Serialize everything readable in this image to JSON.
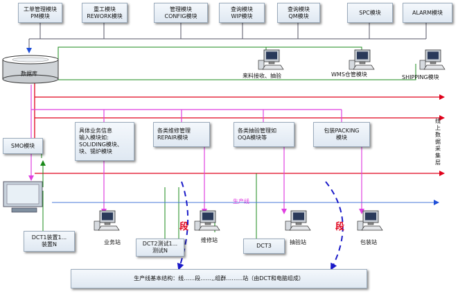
{
  "top_modules": [
    {
      "line1": "工单管理模块",
      "line2": "PM模块"
    },
    {
      "line1": "重工模块",
      "line2": "REWORK模块"
    },
    {
      "line1": "管理模块",
      "line2": "CONFIG模块"
    },
    {
      "line1": "查询模块",
      "line2": "WIP模块"
    },
    {
      "line1": "查询模块",
      "line2": "QM模块"
    },
    {
      "line1": "SPC模块",
      "line2": ""
    },
    {
      "line1": "ALARM模块",
      "line2": ""
    }
  ],
  "database_label": "数据库",
  "computers": {
    "material": "来料接收、抽验",
    "wms": "WMS仓管模块",
    "shipping": "SHIPPING模块",
    "business": "业务站",
    "repair": "维修站",
    "inspect": "抽验站",
    "packing": "包装站"
  },
  "smo_label": "SMO模块",
  "mid_modules": [
    {
      "lines": [
        "具体业务信息",
        "输入模块如:",
        "SOLIDING模块、",
        "块、锡炉模块"
      ]
    },
    {
      "lines": [
        "各类维修管理",
        "REPAIR模块"
      ]
    },
    {
      "lines": [
        "各类抽验管理如",
        "OQA模块等"
      ]
    },
    {
      "lines": [
        "包装PACKING",
        "模块"
      ]
    }
  ],
  "data_layer_label": "线上数据采集层",
  "production_line_label": "生产线",
  "segment_label": "段",
  "dct_boxes": [
    {
      "lines": [
        "DCT1装置1...",
        "装置N"
      ]
    },
    {
      "lines": [
        "DCT2测试1...",
        "测试N"
      ]
    },
    {
      "lines": [
        "DCT3"
      ]
    }
  ],
  "bottom_caption": "生产线基本结构：线……段……,,组群………站（由DCT和电脑组成）",
  "colors": {
    "red_line": "#e0001a",
    "magenta_line": "#e040e0",
    "green_line": "#1a8a1a",
    "blue_line": "#1f4fd8",
    "navy_arrow": "#1a1ac8"
  }
}
